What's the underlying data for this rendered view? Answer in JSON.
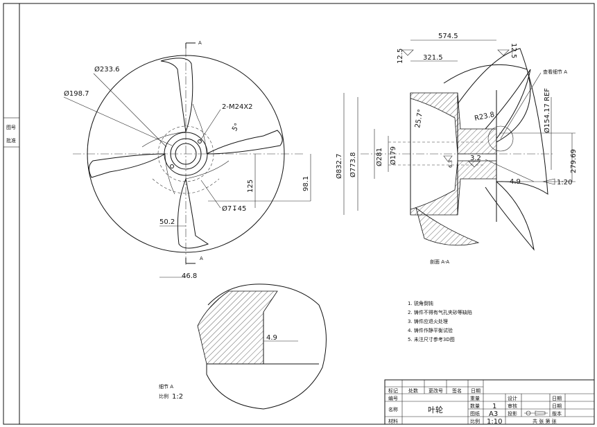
{
  "side_label": [
    "图号",
    "批准"
  ],
  "front_view": {
    "section_marker": "A",
    "section_marker_bottom": "A",
    "dims": {
      "d_233_6": "Ø233.6",
      "d_198_7": "Ø198.7",
      "thread": "2-M24X2",
      "angle": "5°",
      "d125": "125",
      "d98_1": "98.1",
      "hole": "Ø7↧45",
      "d50_2": "50.2",
      "d46_8": "46.8"
    }
  },
  "section_view": {
    "title": "剖面 A-A",
    "detail_callout": "查看细节 A",
    "dims": {
      "d574_5": "574.5",
      "d321_5": "321.5",
      "r12_5_left": "12.5",
      "r12_5_right": "12.5",
      "angle": "25.7°",
      "d832_7": "Ø832.7",
      "d773_8": "Ø773.8",
      "d281": "Ø281",
      "d179": "Ø179",
      "r6_3": "6.3",
      "r3_2": "3.2",
      "R23_8": "R23.8",
      "d154": "Ø154.17 REF",
      "d279_69": "279.69",
      "d4_9": "4.9",
      "taper": "1:20"
    }
  },
  "detail_view": {
    "dim": "4.9",
    "label": "细节 A",
    "scale_label": "比例",
    "scale": "1:2"
  },
  "notes": [
    "1. 锐角倒钝",
    "2. 铸件不得有气孔夹砂等缺陷",
    "3. 铸件应退火处理",
    "4. 铸件作静平衡试验",
    "5. 未注尺寸参考3D图"
  ],
  "title_block": {
    "headers": [
      "标记",
      "处数",
      "更改号",
      "签名",
      "日期"
    ],
    "code_label": "编号",
    "name_label": "名称",
    "part_name": "叶轮",
    "material_label": "材料",
    "weight_label": "重量",
    "qty_label": "数量",
    "qty": "1",
    "sheet_label": "图纸",
    "sheet": "A3",
    "scale_label": "比例",
    "scale": "1:10",
    "design_label": "设计",
    "review_label": "审核",
    "projection_label": "投影",
    "date_label_1": "日期",
    "date_label_2": "日期",
    "version_label": "版本",
    "sheets_text": "共 张 第 张"
  }
}
